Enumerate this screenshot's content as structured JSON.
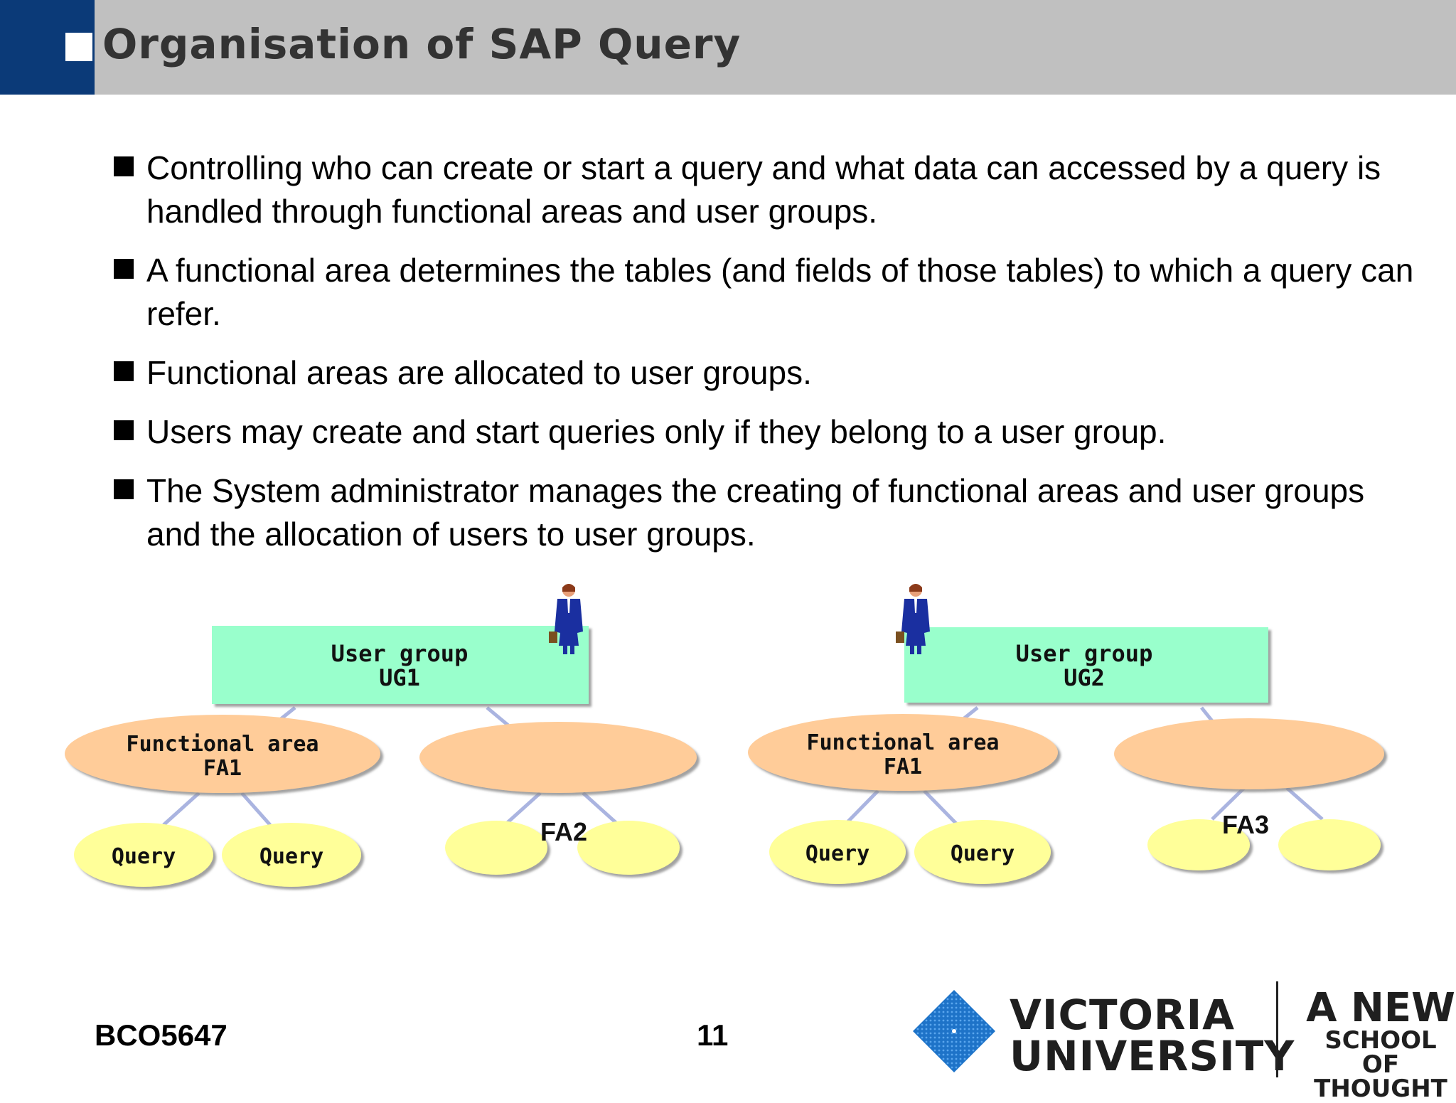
{
  "slide": {
    "title": "Organisation of SAP Query",
    "bullets": [
      "Controlling who can create or start a query and what data can accessed by a query is handled through functional areas and  user groups.",
      "A functional area determines the tables (and fields of those tables) to which a query can refer.",
      "Functional areas are allocated to user groups.",
      "Users may create and start queries only if they belong to a user group.",
      "The System administrator manages the creating of functional areas and user groups and the allocation of users to user groups."
    ]
  },
  "diagram": {
    "group1": {
      "title_line1": "User group",
      "title_line2": "UG1",
      "fa_left_line1": "Functional area",
      "fa_left_line2": "FA1",
      "fa_right_label": "FA2",
      "query1": "Query",
      "query2": "Query"
    },
    "group2": {
      "title_line1": "User group",
      "title_line2": "UG2",
      "fa_left_line1": "Functional area",
      "fa_left_line2": "FA1",
      "fa_right_label": "FA3",
      "query1": "Query",
      "query2": "Query"
    },
    "colors": {
      "user_group_box": "#99ffcc",
      "functional_area": "#ffcc99",
      "query": "#ffff99",
      "connector": "#aab4e0"
    }
  },
  "footer": {
    "course_code": "BCO5647",
    "page_number": "11",
    "logo_line1": "VICTORIA",
    "logo_line2": "UNIVERSITY",
    "tagline_line1": "A NEW",
    "tagline_line2": "SCHOOL OF",
    "tagline_line3": "THOUGHT"
  }
}
